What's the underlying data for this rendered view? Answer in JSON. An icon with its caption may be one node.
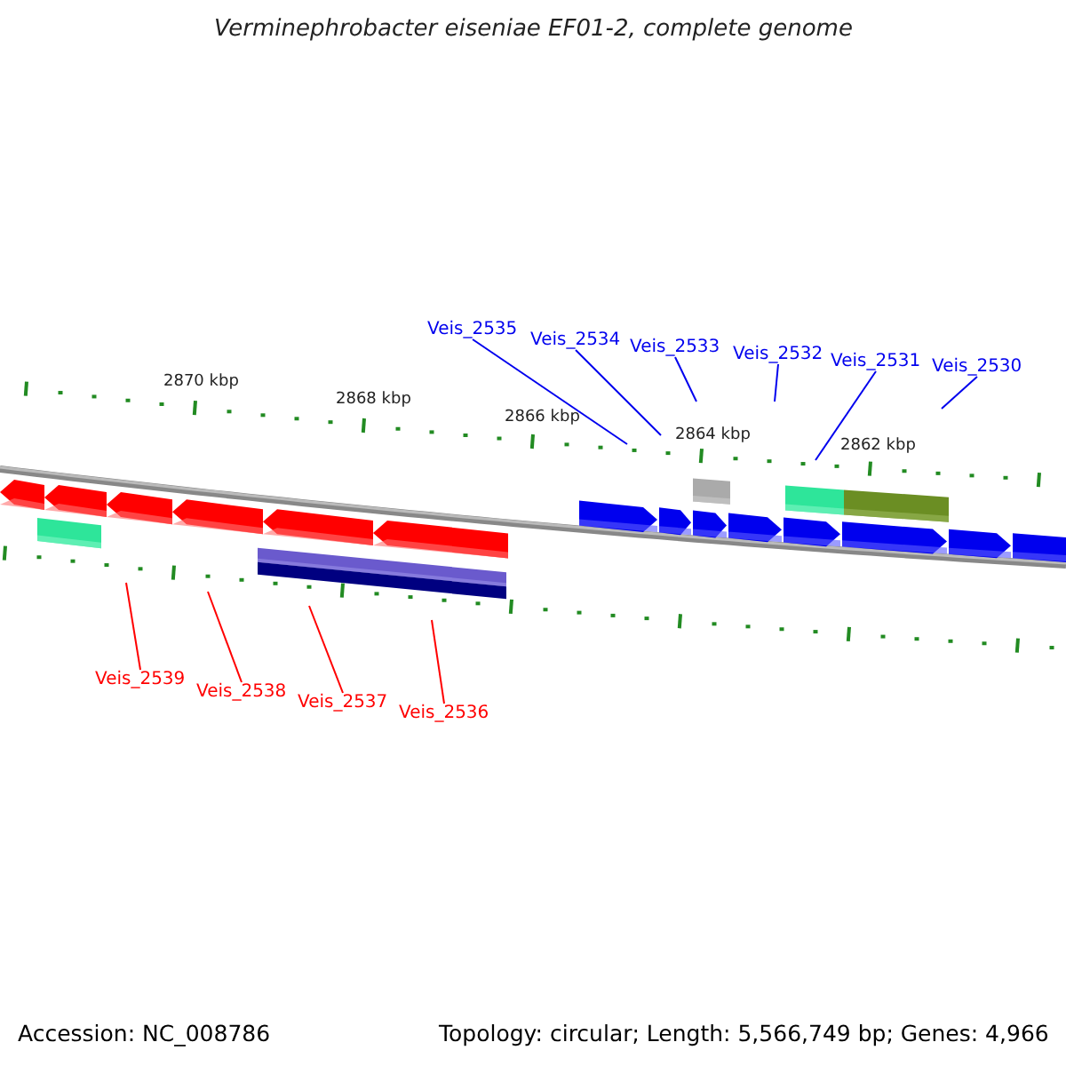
{
  "diagram": {
    "title": "Verminephrobacter eiseniae EF01-2, complete genome",
    "nodes": [
      {
        "text": [
          "Veis_2535"
        ]
      },
      {
        "text": [
          "Veis_2534"
        ]
      },
      {
        "text": [
          "Veis_2533"
        ]
      },
      {
        "text": [
          "Veis_2532"
        ]
      },
      {
        "text": [
          "Veis_2531"
        ]
      },
      {
        "text": [
          "Veis_2530"
        ]
      },
      {
        "text": [
          "Veis_2539"
        ]
      },
      {
        "text": [
          "Veis_2538"
        ]
      },
      {
        "text": [
          "Veis_2537"
        ]
      },
      {
        "text": [
          "Veis_2536"
        ]
      }
    ],
    "edges": [
      {
        "from": 0,
        "to": null,
        "arrow": "none"
      },
      {
        "from": 1,
        "to": null,
        "arrow": "none"
      },
      {
        "from": 2,
        "to": null,
        "arrow": "none"
      },
      {
        "from": 3,
        "to": null,
        "arrow": "none"
      },
      {
        "from": 4,
        "to": null,
        "arrow": "none"
      },
      {
        "from": 5,
        "to": null,
        "arrow": "none"
      },
      {
        "from": 6,
        "to": null,
        "arrow": "none",
        "color": "#ff0000"
      },
      {
        "from": 7,
        "to": null,
        "arrow": "none",
        "color": "#ff0000"
      },
      {
        "from": 8,
        "to": null,
        "arrow": "none",
        "color": "#ff0000"
      },
      {
        "from": 9,
        "to": null,
        "arrow": "none",
        "color": "#ff0000"
      }
    ],
    "labels": [
      "2870 kbp",
      "2868 kbp",
      "2866 kbp",
      "2864 kbp",
      "2862 kbp",
      "Accession: NC_008786",
      "Topology: circular; Length: 5,566,749 bp; Genes: 4,966"
    ]
  }
}
